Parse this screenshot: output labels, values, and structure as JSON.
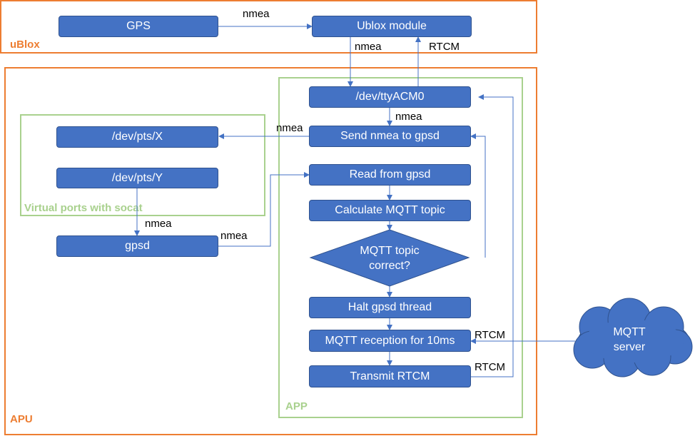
{
  "frames": {
    "ublox": "uBlox",
    "apu": "APU",
    "virtual": "Virtual ports with socat",
    "app": "APP"
  },
  "boxes": {
    "gps": "GPS",
    "ublox_module": "Ublox module",
    "tty": "/dev/ttyACM0",
    "send_nmea": "Send nmea to gpsd",
    "pts_x": "/dev/pts/X",
    "pts_y": "/dev/pts/Y",
    "gpsd": "gpsd",
    "read_gpsd": "Read from gpsd",
    "calc_topic": "Calculate MQTT topic",
    "topic_line1": "MQTT topic",
    "topic_line2": "correct?",
    "halt": "Halt gpsd thread",
    "reception": "MQTT reception for 10ms",
    "transmit": "Transmit RTCM",
    "cloud_line1": "MQTT",
    "cloud_line2": "server"
  },
  "labels": {
    "nmea_gps": "nmea",
    "nmea_ublox": "nmea",
    "rtcm_ublox": "RTCM",
    "nmea_tty": "nmea",
    "nmea_pts": "nmea",
    "nmea_pty": "nmea",
    "nmea_gpsd": "nmea",
    "rtcm_reception": "RTCM",
    "rtcm_transmit": "RTCM"
  },
  "colors": {
    "box_fill": "#4472c4",
    "orange": "#ed7d31",
    "green": "#a9d18e"
  }
}
